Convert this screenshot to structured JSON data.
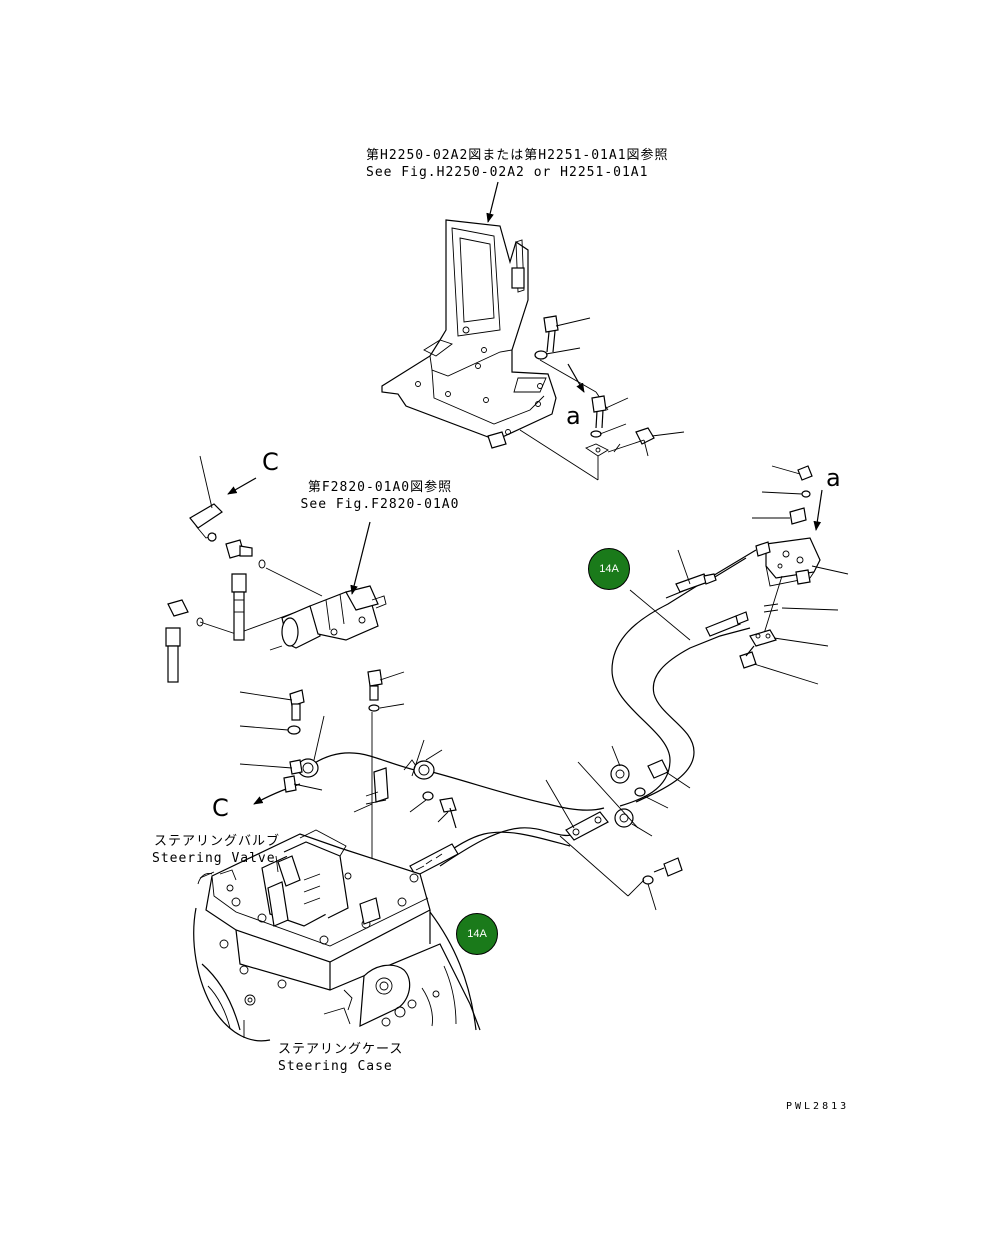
{
  "colors": {
    "badge": "#1a7a1a",
    "line": "#000000",
    "background": "#ffffff"
  },
  "labels": {
    "frame_ref_jp": "第H2250-02A2図または第H2251-01A1図参照",
    "frame_ref_en": "See Fig.H2250-02A2 or H2251-01A1",
    "valve_ref_jp": "第F2820-01A0図参照",
    "valve_ref_en": "See Fig.F2820-01A0",
    "steering_valve_jp": "ステアリングバルブ",
    "steering_valve_en": "Steering Valve",
    "steering_case_jp": "ステアリングケース",
    "steering_case_en": "Steering Case"
  },
  "letters": {
    "a_top": "a",
    "a_right": "a",
    "c_top": "C",
    "c_left": "C"
  },
  "callouts": [
    {
      "label": "14A"
    },
    {
      "label": "14A"
    }
  ],
  "drawing_code": "PWL2813"
}
